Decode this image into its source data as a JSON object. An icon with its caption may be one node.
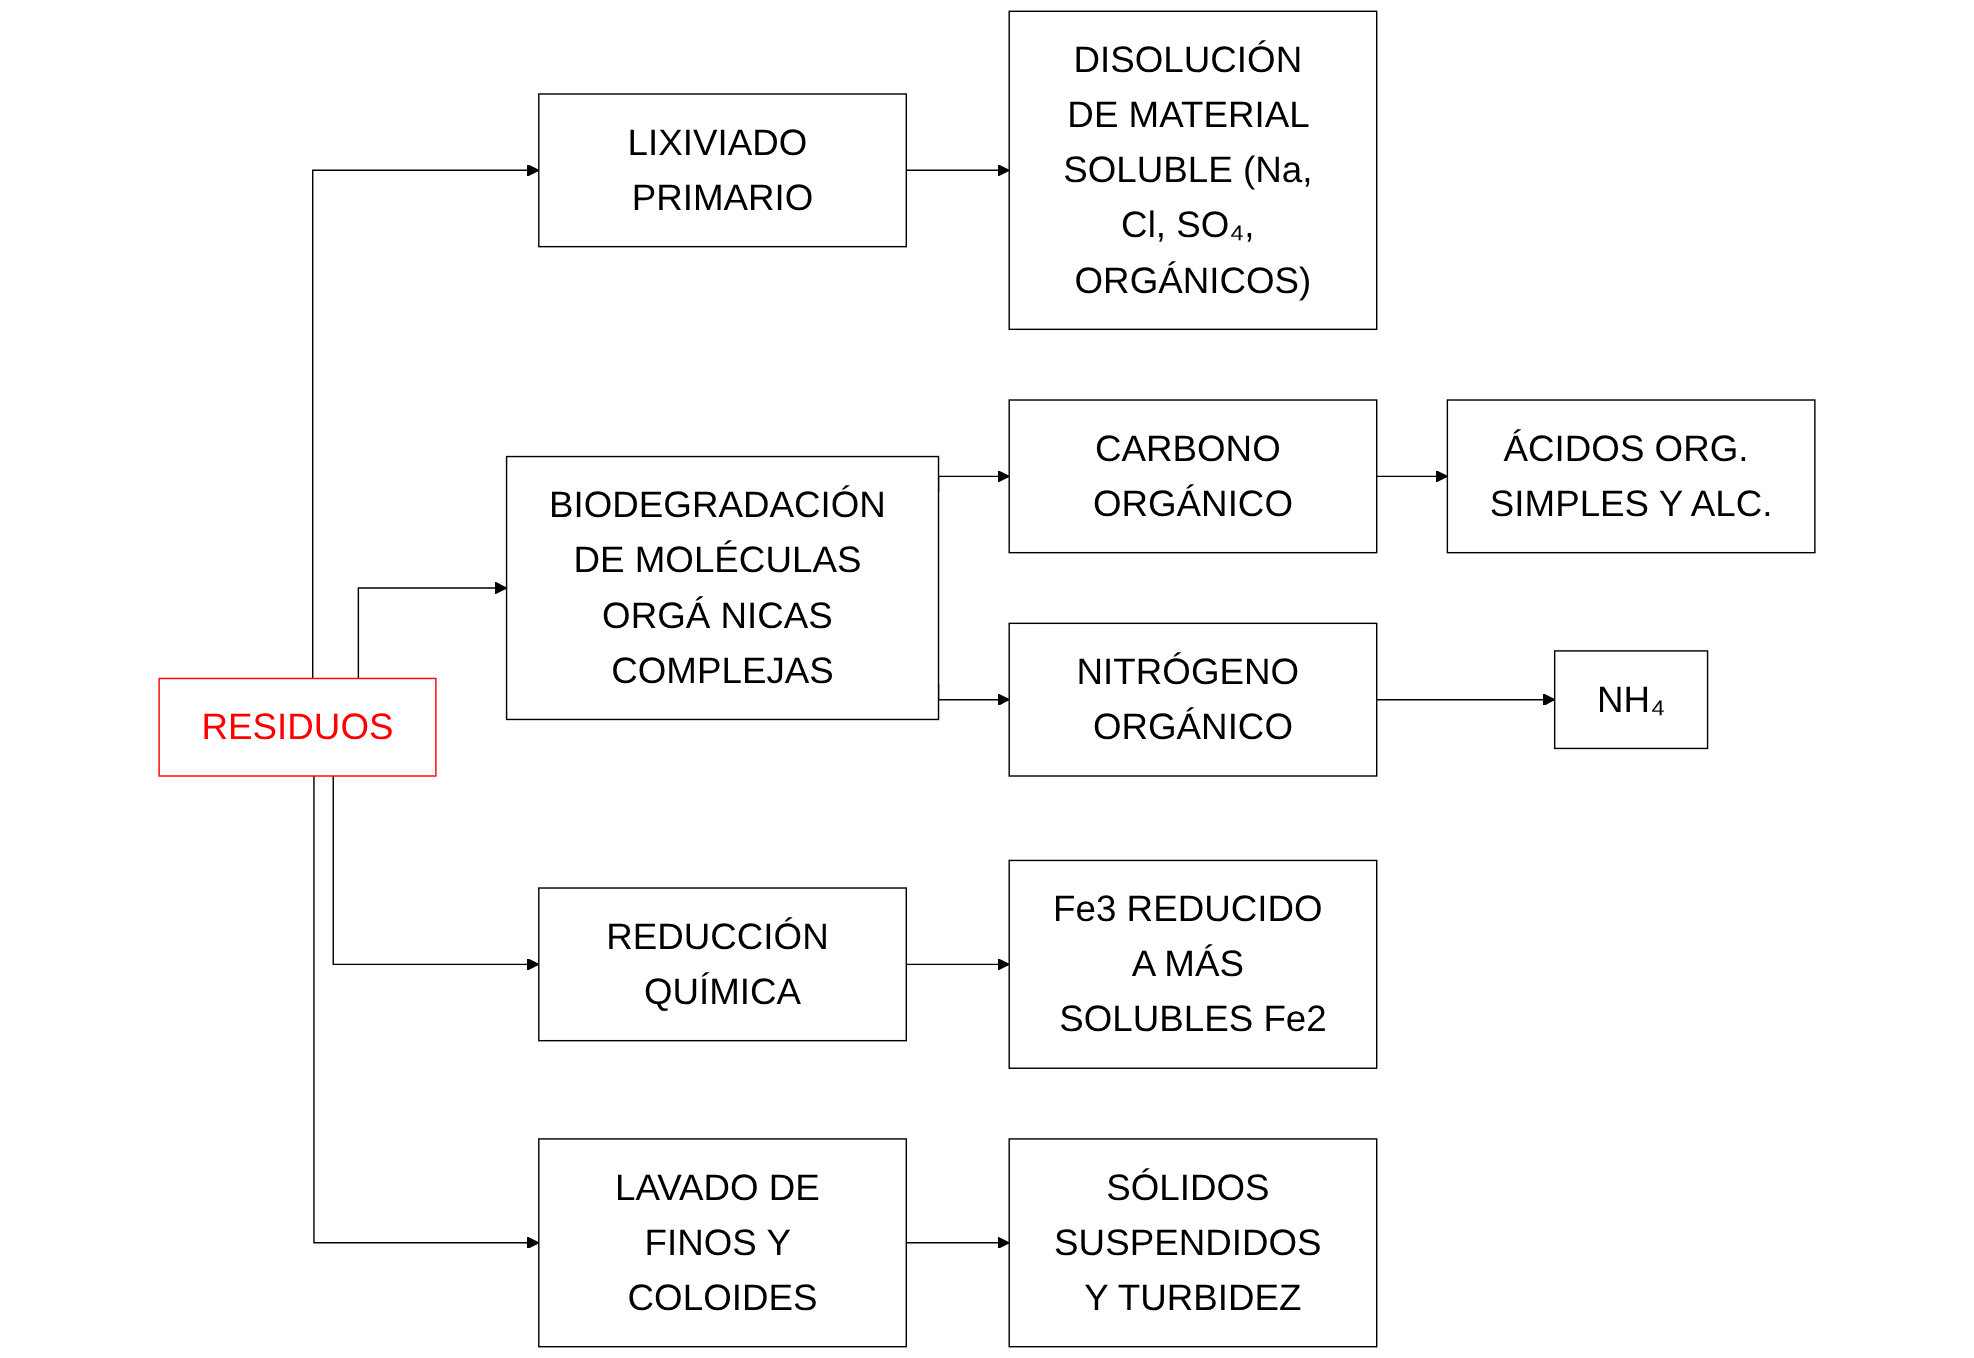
{
  "diagram": {
    "nodes": [
      {
        "text": [
          "RESIDUOS"
        ]
      },
      {
        "text": [
          "LIXIVIADO PRIMARIO"
        ]
      },
      {
        "text": [
          "DISOLUCIÓN DE MATERIAL SOLUBLE (Na, Cl, SO₄, ORGÁNICOS)"
        ]
      },
      {
        "text": [
          "BIODEGRADACIÓN DE MOLÉCULAS ORGÁ NICAS COMPLEJAS"
        ]
      },
      {
        "text": [
          "CARBONO ORGÁNICO"
        ]
      },
      {
        "text": [
          "ÁCIDOS ORG. SIMPLES Y ALC."
        ]
      },
      {
        "text": [
          "NITRÓGENO ORGÁNICO"
        ]
      },
      {
        "text": [
          "NH₄"
        ]
      },
      {
        "text": [
          "REDUCCIÓN QUÍMICA"
        ]
      },
      {
        "text": [
          "Fe3 REDUCIDO A MÁS SOLUBLES Fe2"
        ]
      },
      {
        "text": [
          "LAVADO DE FINOS Y COLOIDES"
        ]
      },
      {
        "text": [
          "SÓLIDOS SUSPENDIDOS Y TURBIDEZ"
        ]
      }
    ],
    "edges": [
      {
        "from": 0,
        "to": 1,
        "arrow": "to"
      },
      {
        "from": 0,
        "to": 3,
        "arrow": "to"
      },
      {
        "from": 0,
        "to": 8,
        "arrow": "to"
      },
      {
        "from": 0,
        "to": 10,
        "arrow": "to"
      },
      {
        "from": 1,
        "to": 2,
        "arrow": "to"
      },
      {
        "from": 3,
        "to": 4,
        "arrow": "to"
      },
      {
        "from": 3,
        "to": 6,
        "arrow": "to"
      },
      {
        "from": 4,
        "to": 5,
        "arrow": "to"
      },
      {
        "from": 6,
        "to": 7,
        "arrow": "to"
      },
      {
        "from": 8,
        "to": 9,
        "arrow": "to"
      },
      {
        "from": 10,
        "to": 11,
        "arrow": "to"
      }
    ]
  }
}
